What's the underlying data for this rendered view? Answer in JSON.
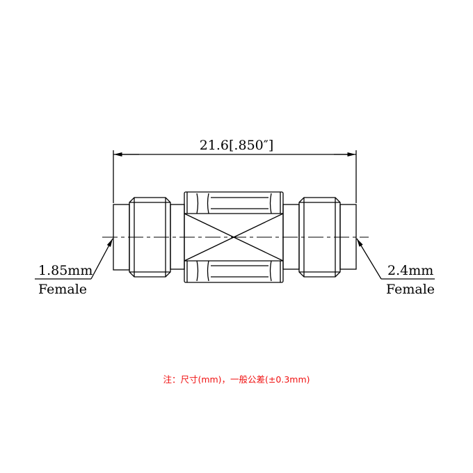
{
  "dimension": {
    "overall_length": "21.6[.850″]"
  },
  "left_port": {
    "size": "1.85mm",
    "gender": "Female"
  },
  "right_port": {
    "size": "2.4mm",
    "gender": "Female"
  },
  "note": "注：尺寸(mm)，一般公差(±0.3mm)",
  "colors": {
    "lines": "#000000",
    "note": "#f01010"
  }
}
